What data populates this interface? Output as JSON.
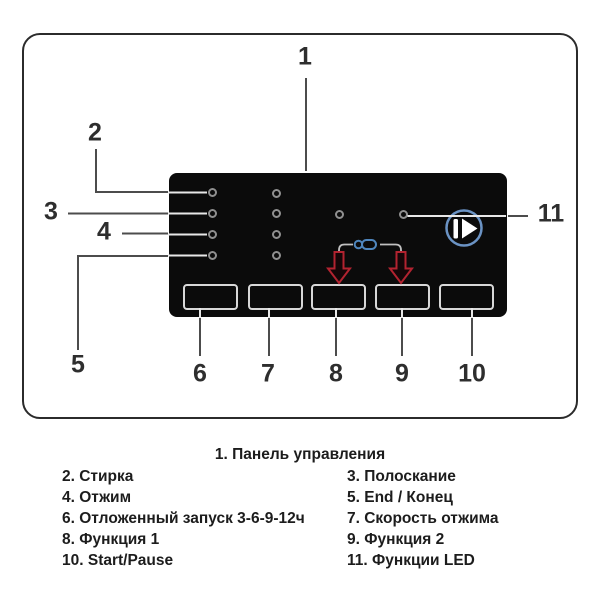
{
  "figure": {
    "description": "Washing machine control panel diagram with numbered callouts",
    "callouts": [
      "1",
      "2",
      "3",
      "4",
      "5",
      "6",
      "7",
      "8",
      "9",
      "10",
      "11"
    ]
  },
  "panel": {
    "program_leds": [
      "wash",
      "rinse",
      "spin",
      "end"
    ],
    "delay_leds_count": 4,
    "function_leds_count": 2,
    "buttons": [
      "delay-start",
      "spin-speed",
      "function-1",
      "function-2",
      "start-pause"
    ],
    "icons": [
      "play-pause-icon",
      "child-lock-link-icon",
      "combo-arrow-left",
      "combo-arrow-right"
    ]
  },
  "legend": {
    "title": "1. Панель управления",
    "left_column": [
      "2. Стирка",
      "4. Отжим",
      "6. Отложенный запуск 3-6-9-12ч",
      "8. Функция 1",
      "10. Start/Pause"
    ],
    "right_column": [
      "3. Полоскание",
      "5. End / Конец",
      "7. Скорость отжима",
      "9. Функция 2",
      "11. Функции LED"
    ]
  },
  "colors": {
    "panel_background": "#0b0b0b",
    "frame_border": "#2b2b2b",
    "led_ring": "#909090",
    "button_outline": "#d8d8d8",
    "callout_line_dark": "#4c4c4c",
    "callout_line_light": "#e8e8e8",
    "accent_red": "#b32330",
    "accent_blue": "#4f86bd",
    "play_pause_ring": "#6b93c4"
  }
}
